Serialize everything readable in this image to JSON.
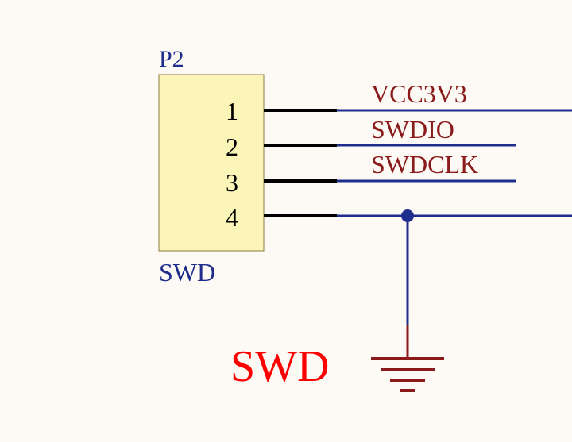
{
  "component": {
    "designator": "P2",
    "value": "SWD",
    "pins": [
      "1",
      "2",
      "3",
      "4"
    ]
  },
  "nets": {
    "pin1": "VCC3V3",
    "pin2": "SWDIO",
    "pin3": "SWDCLK"
  },
  "annotation": "SWD",
  "colors": {
    "background": "#fdfaf6",
    "body_fill": "#fbf6b8",
    "body_stroke": "#8a7a40",
    "pin": "#000000",
    "wire": "#1f2d8c",
    "net_label": "#8b1a1a",
    "designator": "#1f2d8c",
    "annotation": "#ff0000",
    "ground": "#8b1a1a"
  }
}
